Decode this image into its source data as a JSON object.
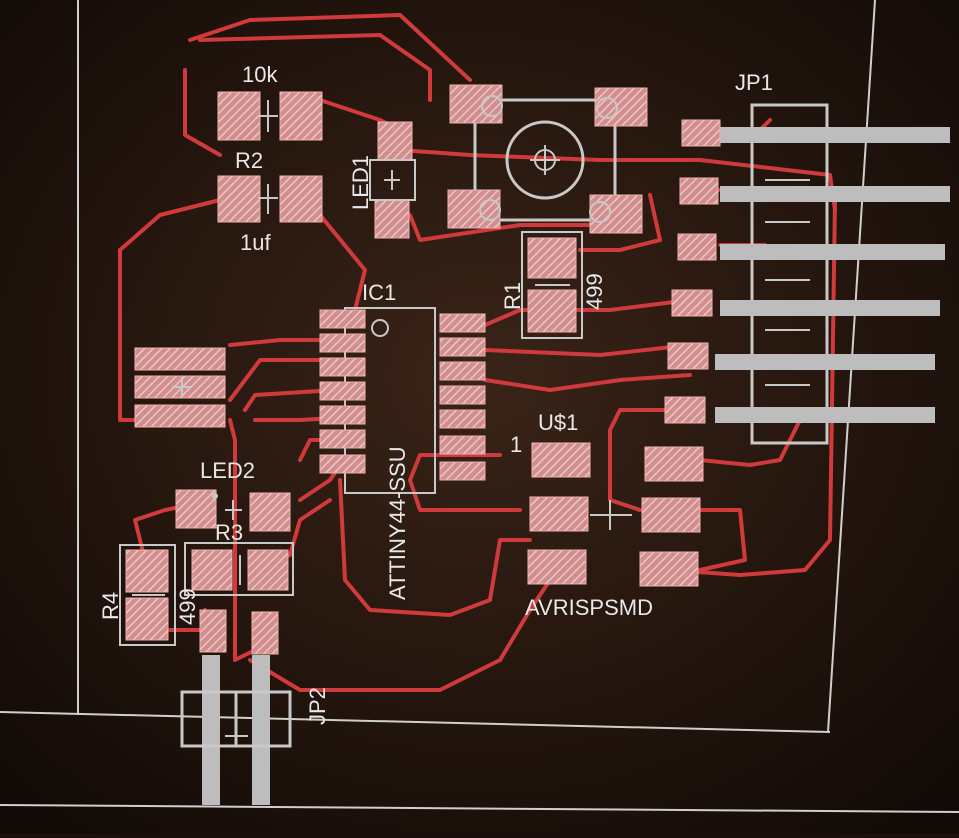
{
  "labels": {
    "r2_value": "10k",
    "r2_ref": "R2",
    "c1_value": "1uf",
    "led1_ref": "LED1",
    "jp1_ref": "JP1",
    "ic1_ref": "IC1",
    "ic1_part": "ATTINY44-SSU",
    "r1_ref": "R1",
    "r1_value": "499",
    "us1_ref": "U$1",
    "us1_pin1": "1",
    "avrisp": "AVRISPSMD",
    "led2_ref": "LED2",
    "r3_ref": "R3",
    "r4_ref": "R4",
    "r4_value": "499",
    "jp2_ref": "JP2"
  },
  "colors": {
    "background": "#1a0f0a",
    "trace": "#d03a3a",
    "pad": "#d9a3a3",
    "silkscreen": "#c8c8c8"
  }
}
